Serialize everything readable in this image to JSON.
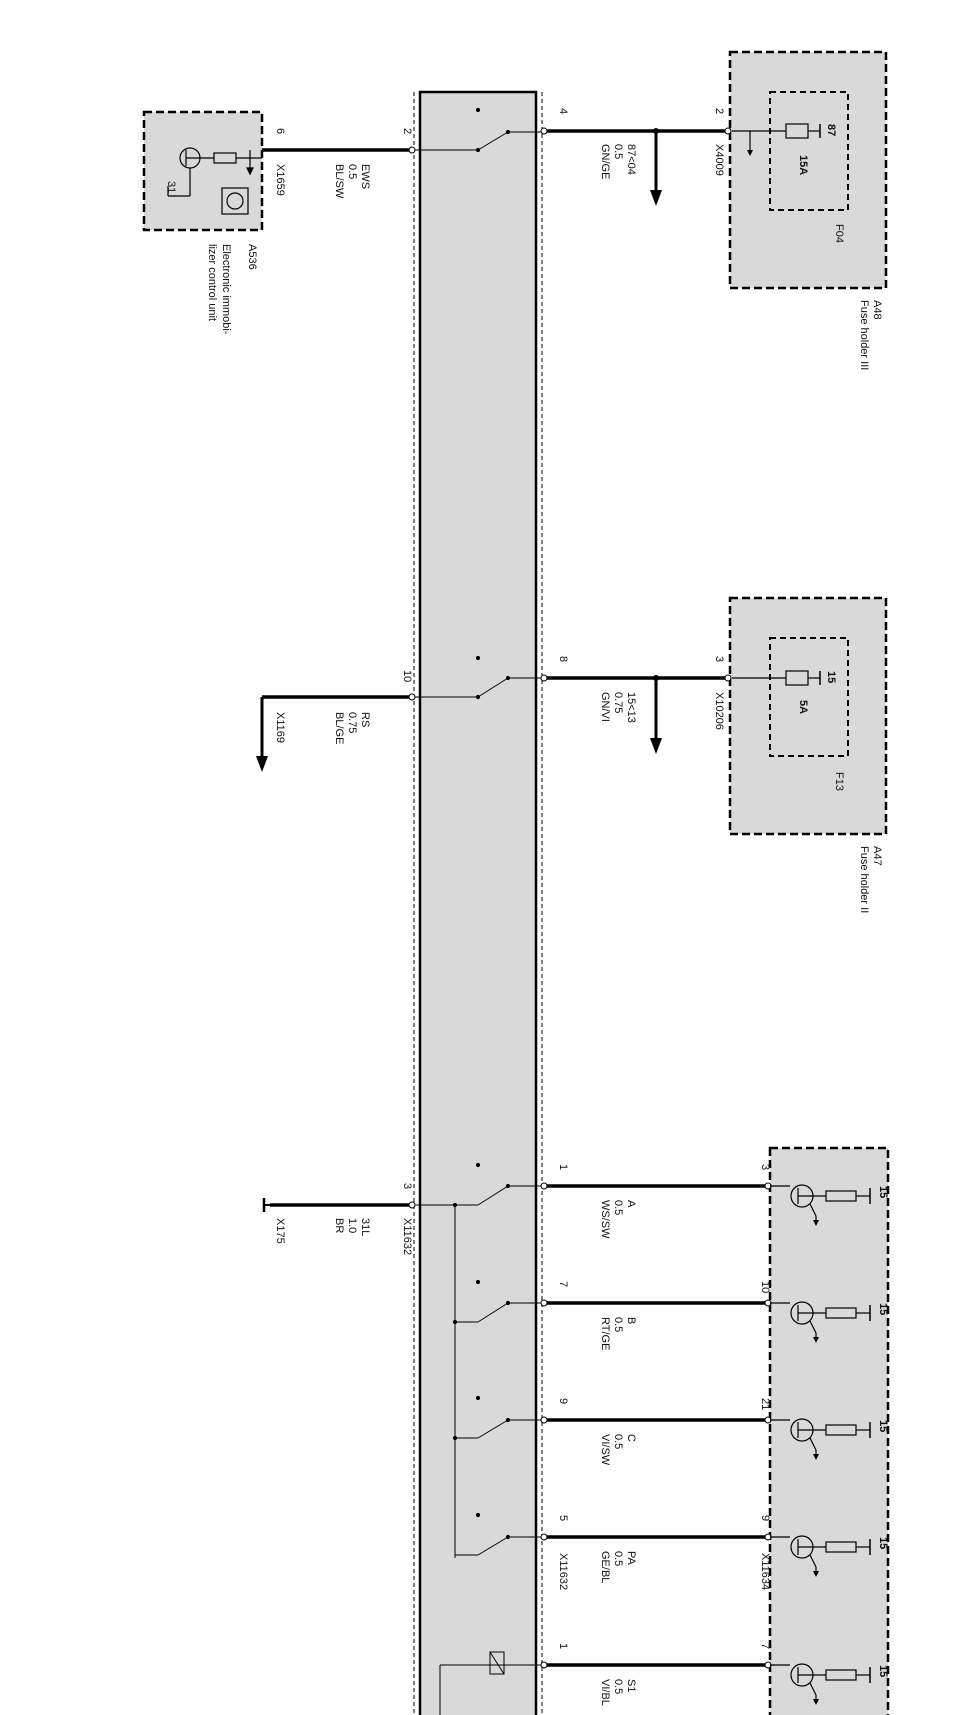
{
  "colors": {
    "module_fill": "#d9d9d9",
    "box_fill": "#d9d9d9",
    "wire": "#000000"
  },
  "a536": {
    "ref": "A536",
    "name_l1": "Electronic immobi-",
    "name_l2": "lizer control unit",
    "pin": "6",
    "pin_ground": "31",
    "connector": "X1659"
  },
  "wire_ews": {
    "sig": "EWS",
    "size": "0.5",
    "color": "BL/SW",
    "module_pin": "2"
  },
  "wire_rs": {
    "sig": "RS",
    "size": "0.75",
    "color": "BL/GE",
    "module_pin": "10",
    "connector": "X1169"
  },
  "wire_31l": {
    "sig": "31L",
    "size": "1.0",
    "color": "BR",
    "module_pin": "3",
    "connector": "X11632",
    "ground": "X175"
  },
  "a48": {
    "ref": "A48",
    "name": "Fuse holder III",
    "pin": "2",
    "connector": "X4009",
    "fuse_terminal": "87",
    "fuse_rating": "15A",
    "fuse_ref": "F04"
  },
  "wire_a48": {
    "module_pin": "4",
    "sig": "87<04",
    "size": "0.5",
    "color": "GN/GE"
  },
  "a47": {
    "ref": "A47",
    "name": "Fuse holder II",
    "pin": "3",
    "connector": "X10206",
    "fuse_terminal": "15",
    "fuse_rating": "5A",
    "fuse_ref": "F13"
  },
  "wire_a47": {
    "module_pin": "8",
    "sig": "15<13",
    "size": "0.75",
    "color": "GN/VI"
  },
  "right_rows": [
    {
      "module_pin": "1",
      "sig": "A",
      "size": "0.5",
      "color": "WS/SW",
      "conn_pin": "3",
      "supply": "15"
    },
    {
      "module_pin": "7",
      "sig": "B",
      "size": "0.5",
      "color": "RT/GE",
      "conn_pin": "10",
      "supply": "15"
    },
    {
      "module_pin": "9",
      "sig": "C",
      "size": "0.5",
      "color": "VI/SW",
      "conn_pin": "21",
      "supply": "15"
    },
    {
      "module_pin": "5",
      "sig": "PA",
      "size": "0.5",
      "color": "GE/BL",
      "conn_pin": "9",
      "supply": "15"
    },
    {
      "module_pin": "1",
      "sig": "S1",
      "size": "0.5",
      "color": "VI/BL",
      "conn_pin": "7",
      "supply": "15"
    }
  ],
  "conn_right_module": "X11632",
  "conn_right_box": "X11634"
}
